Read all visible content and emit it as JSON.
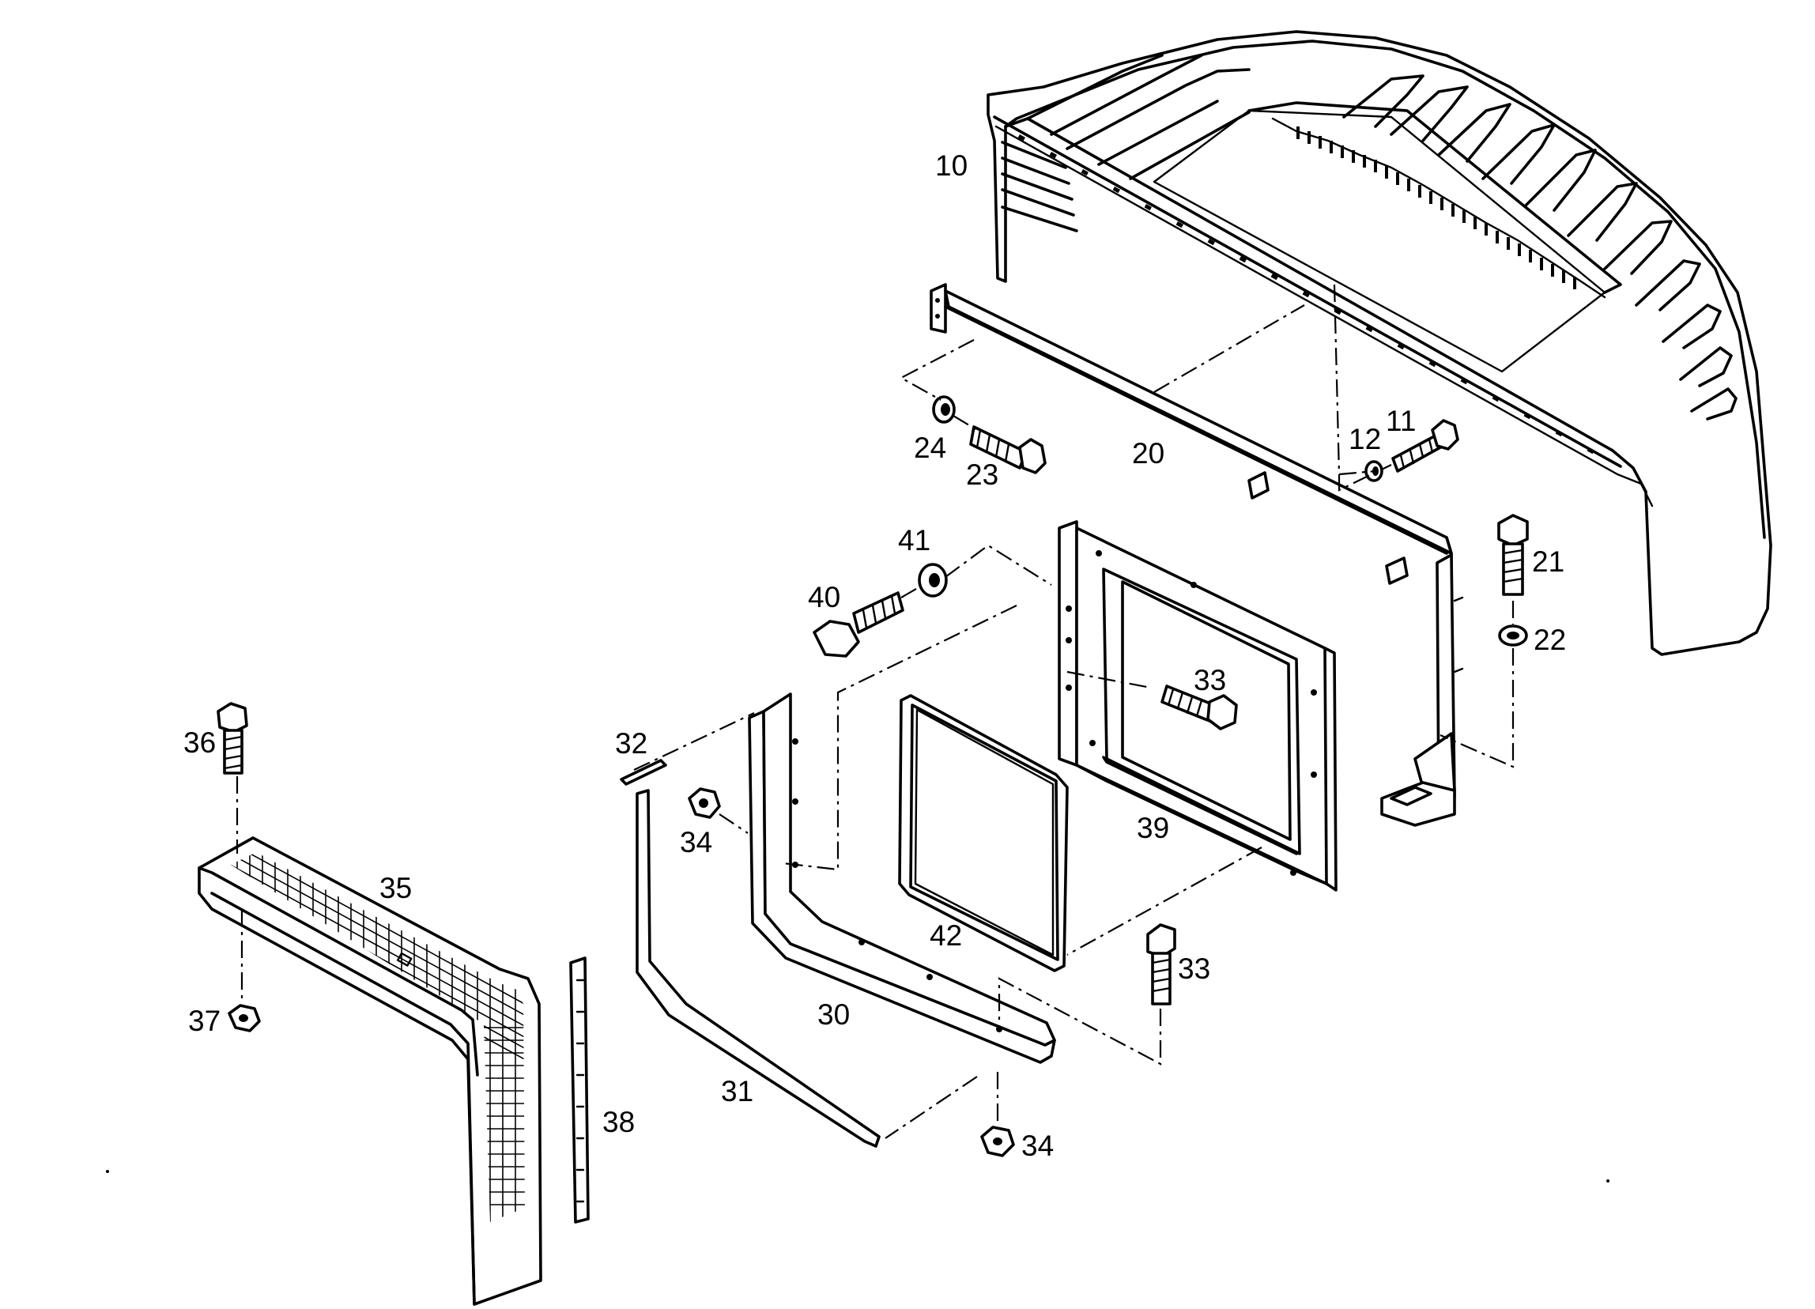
{
  "callouts": {
    "c10": "10",
    "c11": "11",
    "c12": "12",
    "c20": "20",
    "c21": "21",
    "c22": "22",
    "c23": "23",
    "c24": "24",
    "c30": "30",
    "c31": "31",
    "c32": "32",
    "c33a": "33",
    "c33b": "33",
    "c34a": "34",
    "c34b": "34",
    "c35": "35",
    "c36": "36",
    "c37": "37",
    "c38": "38",
    "c39": "39",
    "c40": "40",
    "c41": "41",
    "c42": "42"
  },
  "colors": {
    "line": "#000000",
    "background": "#ffffff"
  }
}
